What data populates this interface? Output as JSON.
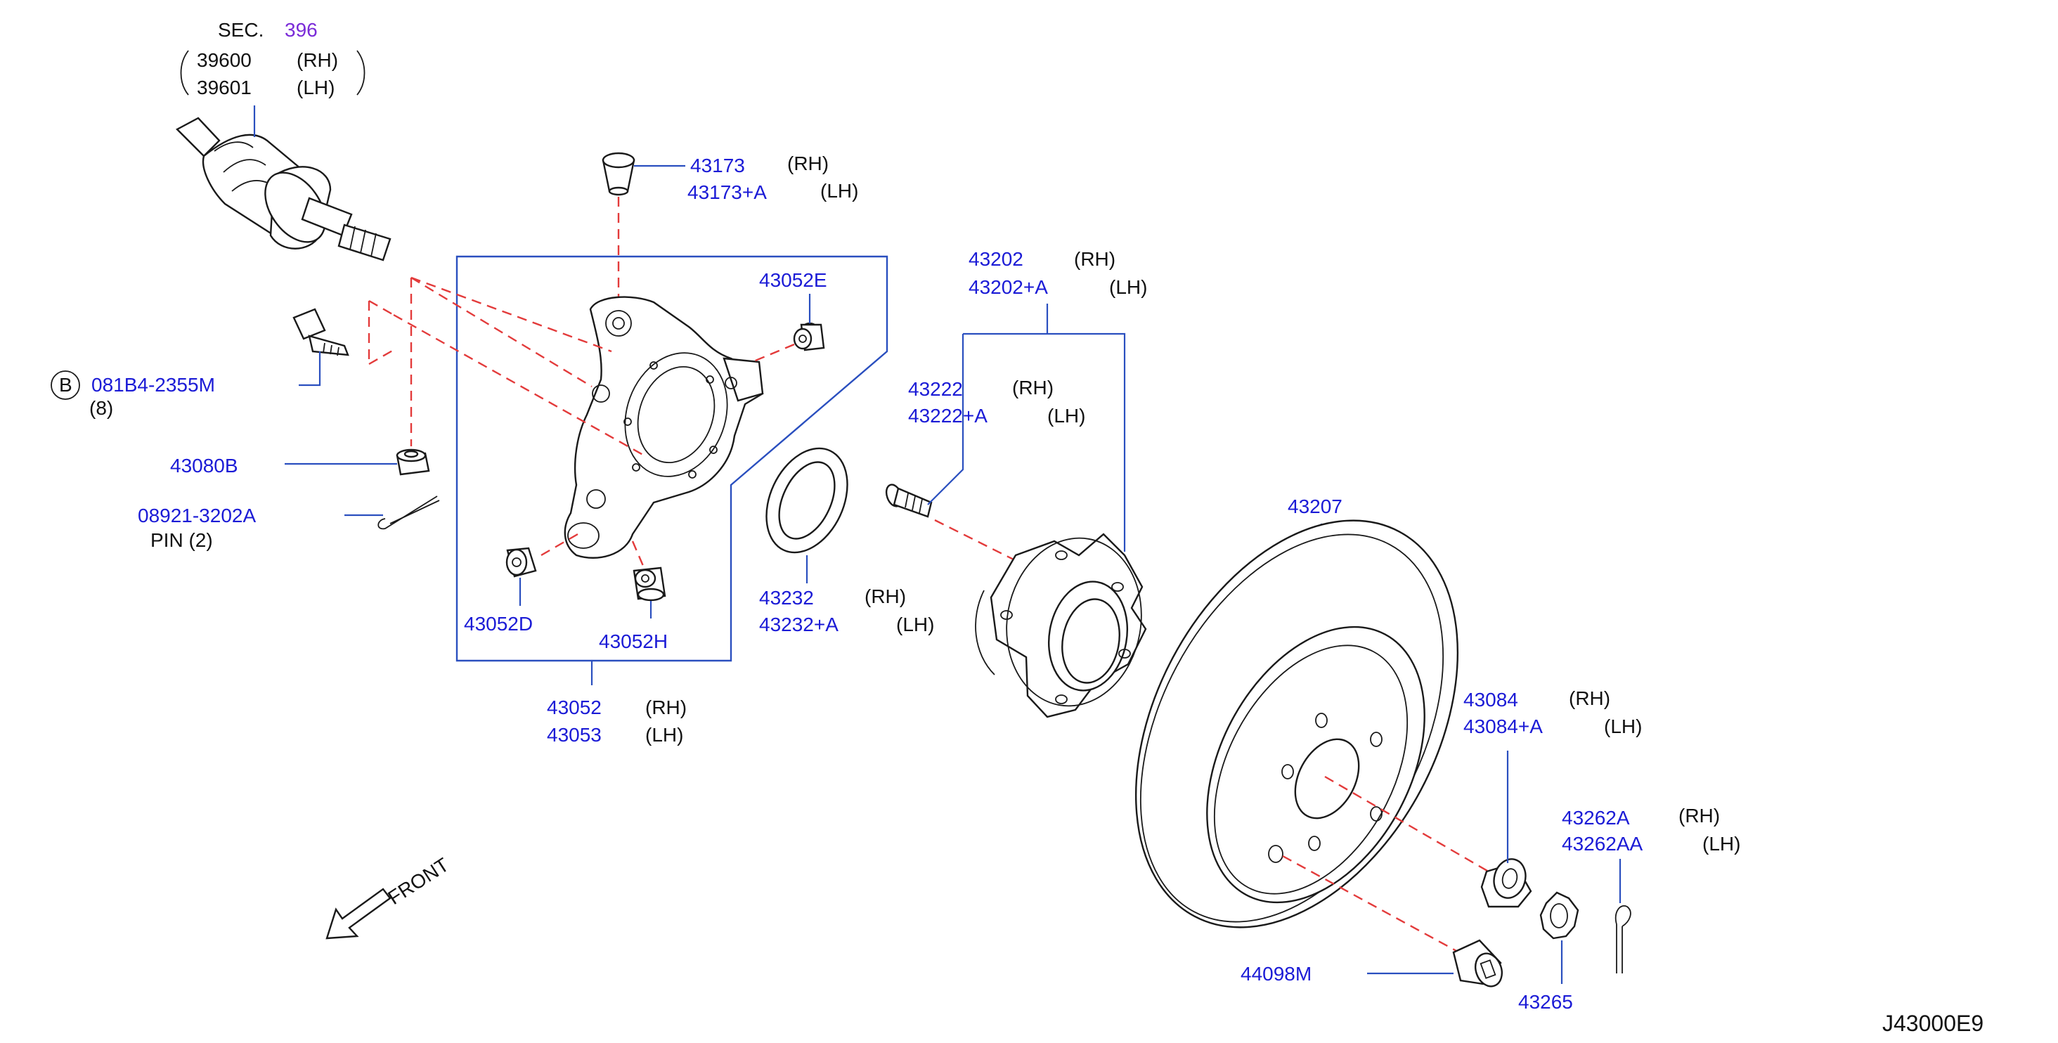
{
  "diagram_id": "J43000E9",
  "section_ref": {
    "prefix": "SEC.",
    "number": "396"
  },
  "callouts": {
    "driveshaft": [
      {
        "part": "39600",
        "side": "(RH)"
      },
      {
        "part": "39601",
        "side": "(LH)"
      }
    ],
    "bushing_top": [
      {
        "part": "43173",
        "side": "(RH)"
      },
      {
        "part": "43173+A",
        "side": "(LH)"
      }
    ],
    "bushing_e": {
      "part": "43052E"
    },
    "bolt_b": {
      "circle": "B",
      "part": "081B4-2355M",
      "qty": "(8)"
    },
    "nut_b": {
      "part": "43080B"
    },
    "pin": {
      "part": "08921-3202A",
      "desc": "PIN  (2)"
    },
    "bushing_d": {
      "part": "43052D"
    },
    "bushing_h": {
      "part": "43052H"
    },
    "knuckle": [
      {
        "part": "43052",
        "side": "(RH)"
      },
      {
        "part": "43053",
        "side": "(LH)"
      }
    ],
    "hub_assy": [
      {
        "part": "43202",
        "side": "(RH)"
      },
      {
        "part": "43202+A",
        "side": "(LH)"
      }
    ],
    "hub_bolt": [
      {
        "part": "43222",
        "side": "(RH)"
      },
      {
        "part": "43222+A",
        "side": "(LH)"
      }
    ],
    "seal": [
      {
        "part": "43232",
        "side": "(RH)"
      },
      {
        "part": "43232+A",
        "side": "(LH)"
      }
    ],
    "rotor": {
      "part": "43207"
    },
    "hub_nut": [
      {
        "part": "43084",
        "side": "(RH)"
      },
      {
        "part": "43084+A",
        "side": "(LH)"
      }
    ],
    "cotter": [
      {
        "part": "43262A",
        "side": "(RH)"
      },
      {
        "part": "43262AA",
        "side": "(LH)"
      }
    ],
    "plug": {
      "part": "44098M"
    },
    "retainer": {
      "part": "43265"
    }
  },
  "front_label": "FRONT",
  "colors": {
    "callout": "#1b1bd6",
    "leader": "#2a4fbf",
    "dashed": "#e33b3b",
    "sec_number": "#7a2bd8"
  }
}
